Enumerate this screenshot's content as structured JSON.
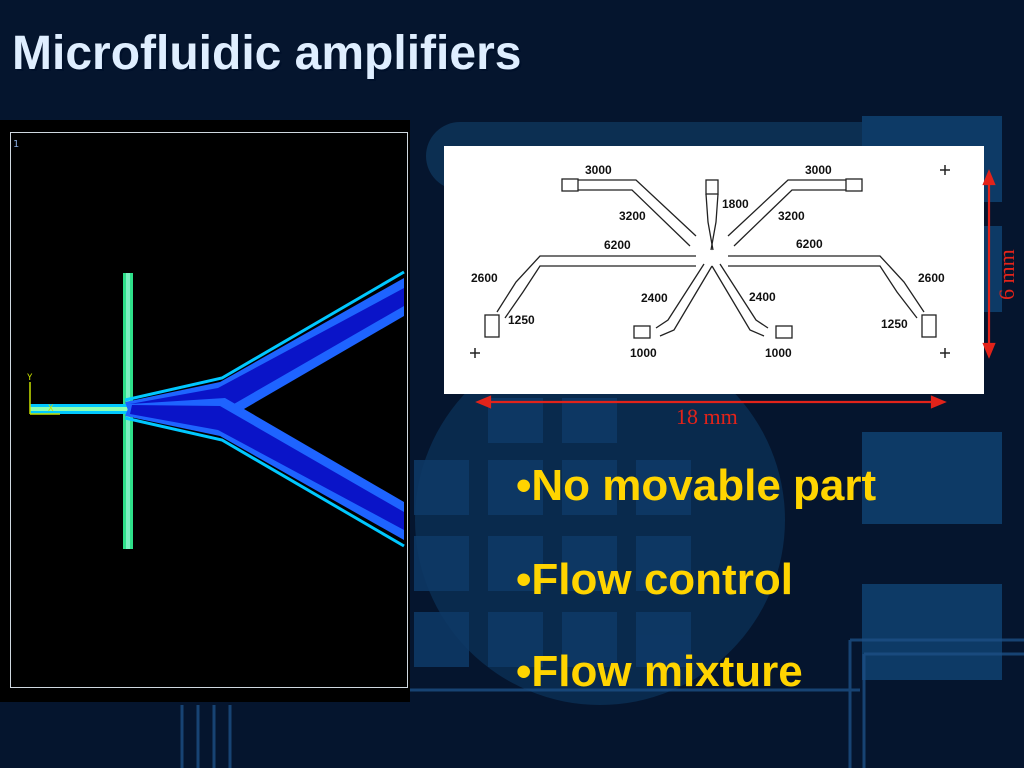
{
  "slide": {
    "title": "Microfluidic amplifiers",
    "colors": {
      "background": "#05152e",
      "title": "#dfeeff",
      "bullet": "#ffd400",
      "dimension": "#e2231a"
    }
  },
  "simulation": {
    "frame_number": "1",
    "axis_labels": {
      "y": "Y",
      "x": "X"
    },
    "colors": {
      "jet": "#00c8ff",
      "channel": "#1e64ff",
      "core": "#0a14c8",
      "control": "#2ee08a"
    }
  },
  "diagram": {
    "labels": {
      "top_left": "3000",
      "top_right": "3000",
      "center": "1800",
      "upper_left": "3200",
      "upper_right": "3200",
      "mid_left": "6200",
      "mid_right": "6200",
      "far_left": "2600",
      "far_right": "2600",
      "low_left_outer": "1250",
      "low_right_outer": "1250",
      "low_left_inner": "2400",
      "low_right_inner": "2400",
      "bottom_left": "1000",
      "bottom_right": "1000"
    },
    "dimensions": {
      "width": "18 mm",
      "height": "6 mm"
    }
  },
  "bullets": [
    "•No movable part",
    "•Flow control",
    "•Flow mixture"
  ]
}
